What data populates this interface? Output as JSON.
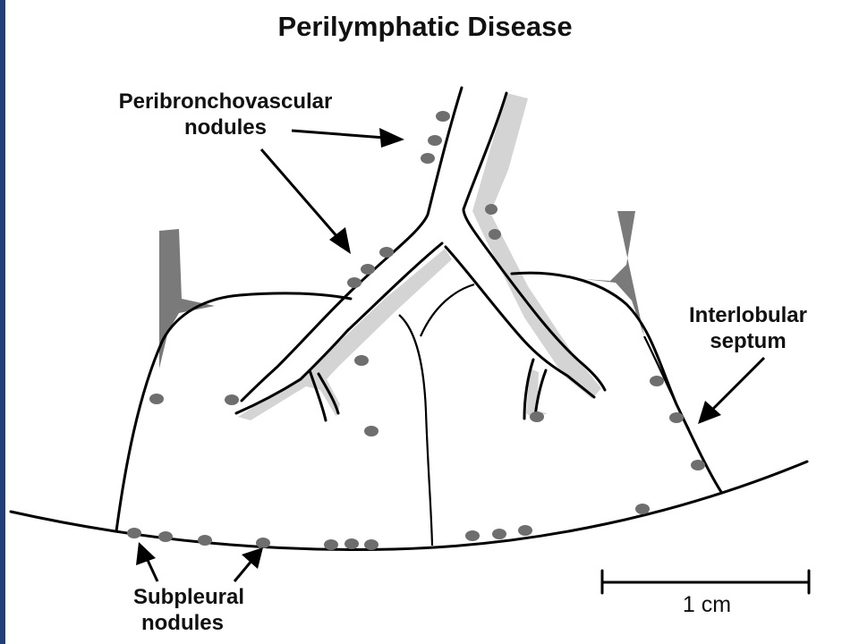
{
  "title": "Perilymphatic Disease",
  "labels": {
    "peribronchovascular_line1": "Peribronchovascular",
    "peribronchovascular_line2": "nodules",
    "interlobular_line1": "Interlobular",
    "interlobular_line2": "septum",
    "subpleural_line1": "Subpleural",
    "subpleural_line2": "nodules",
    "scale": "1 cm"
  },
  "colors": {
    "frame": "#1f3f7a",
    "nodule": "#6e6e6e",
    "shading": "#d4d4d4",
    "septum_fill": "#7a7a7a"
  }
}
